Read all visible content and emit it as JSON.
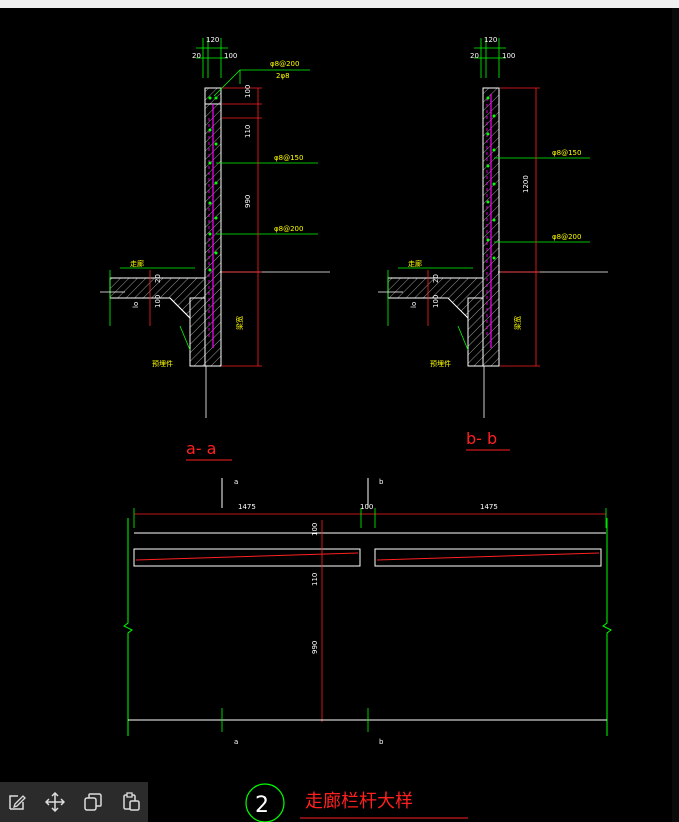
{
  "sections": [
    {
      "title": "a- a",
      "dims_top": [
        "120",
        "20",
        "100"
      ],
      "rebar_labels": [
        "φ8@200",
        "2φ8",
        "φ8@150",
        "φ8@200"
      ],
      "vert_dims": [
        "100",
        "110",
        "990"
      ],
      "slab_dims": [
        "20",
        "100"
      ],
      "other_labels": [
        "lo",
        "走廊",
        "梁宽",
        "预埋件"
      ]
    },
    {
      "title": "b- b",
      "dims_top": [
        "120",
        "20",
        "100"
      ],
      "rebar_labels": [
        "φ8@150",
        "φ8@200"
      ],
      "vert_dims": [
        "1200"
      ],
      "slab_dims": [
        "20",
        "100"
      ],
      "other_labels": [
        "lo",
        "走廊",
        "梁宽",
        "预埋件"
      ]
    }
  ],
  "elevation": {
    "markers": [
      "a",
      "b",
      "a",
      "b"
    ],
    "top_dims": [
      "1475",
      "100",
      "1475"
    ],
    "vert_dims": [
      "100",
      "110",
      "990"
    ]
  },
  "detail_title": {
    "number": "2",
    "text": "走廊栏杆大样"
  },
  "toolbar": [
    "edit-icon",
    "move-icon",
    "copy-icon",
    "paste-icon"
  ],
  "colors": {
    "background": "#000000",
    "dimension": "#00ff00",
    "text": "#ffff00",
    "section": "#ff2020",
    "rebar": "#ff00ff",
    "outline": "#ffffff"
  }
}
